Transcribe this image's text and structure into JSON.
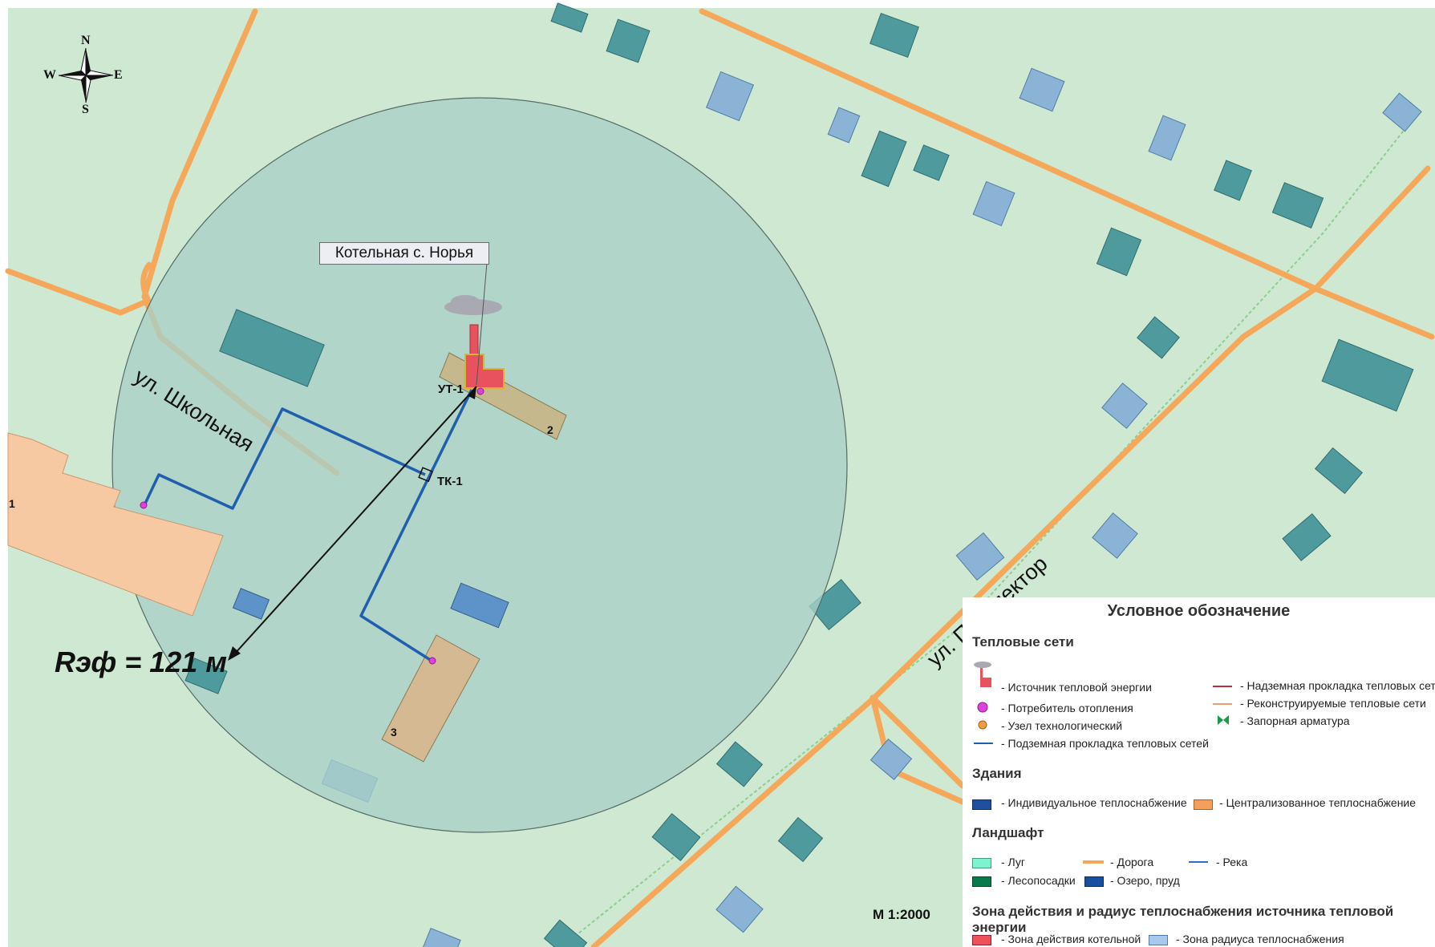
{
  "map": {
    "boiler_callout": "Котельная с. Норья",
    "node_ut1": "УТ-1",
    "node_tk1": "ТК-1",
    "building_numbers": [
      "1",
      "2",
      "3"
    ],
    "street_school": "ул. Школьная",
    "street_prospekt": "ул. Проспектор",
    "radius_label": "Rэф = 121 м",
    "scale": "М 1:2000",
    "compass": {
      "n": "N",
      "s": "S",
      "w": "W",
      "e": "E"
    }
  },
  "colors": {
    "background": "#cfe8d2",
    "zone_circle": "#a9cfc6",
    "road": "#f6a85a",
    "pipe_underground": "#1f5fae",
    "building_teal": "#4f9a9c",
    "building_blue": "#8ab3d6",
    "building_central": "#f7c9a3",
    "boiler": "#e8515e"
  },
  "legend": {
    "title": "Условное обозначение",
    "sections": {
      "heat_networks": {
        "title": "Тепловые сети",
        "items": [
          {
            "label": "- Источник тепловой энергии",
            "icon": "boiler-icon"
          },
          {
            "label": "- Потребитель отопления",
            "icon": "consumer-dot-icon",
            "color": "#e040e0"
          },
          {
            "label": "- Узел технологический",
            "icon": "node-dot-icon",
            "color": "#f0a040"
          },
          {
            "label": "- Подземная прокладка тепловых сетей",
            "icon": "line-icon",
            "color": "#1f5fae"
          },
          {
            "label": "- Надземная прокладка тепловых сетей",
            "icon": "line-icon",
            "color": "#c0303a"
          },
          {
            "label": "- Реконструируемые тепловые сети",
            "icon": "line-icon",
            "color": "#e8a070"
          },
          {
            "label": "- Запорная арматура",
            "icon": "valve-icon",
            "color": "#1a9a4a"
          }
        ]
      },
      "buildings": {
        "title": "Здания",
        "items": [
          {
            "label": "- Индивидуальное теплоснабжение",
            "color": "#1f4f9e"
          },
          {
            "label": "- Централизованное теплоснабжение",
            "color": "#f5a05a"
          }
        ]
      },
      "landscape": {
        "title": "Ландшафт",
        "items": [
          {
            "label": "- Луг",
            "color": "#7ff2cf"
          },
          {
            "label": "- Дорога",
            "color": "#f6a85a"
          },
          {
            "label": "- Река",
            "color": "#2a6fc0"
          },
          {
            "label": "- Лесопосадки",
            "color": "#0a7a4a"
          },
          {
            "label": "- Озеро, пруд",
            "color": "#1a4fa0"
          }
        ]
      },
      "zone": {
        "title": "Зона действия и радиус теплоснабжения источника тепловой энергии",
        "items": [
          {
            "label": "- Зона действия котельной",
            "color": "#f0505a"
          },
          {
            "label": "- Зона радиуса теплоснабжения",
            "color": "#a8c8ec"
          }
        ]
      }
    }
  }
}
